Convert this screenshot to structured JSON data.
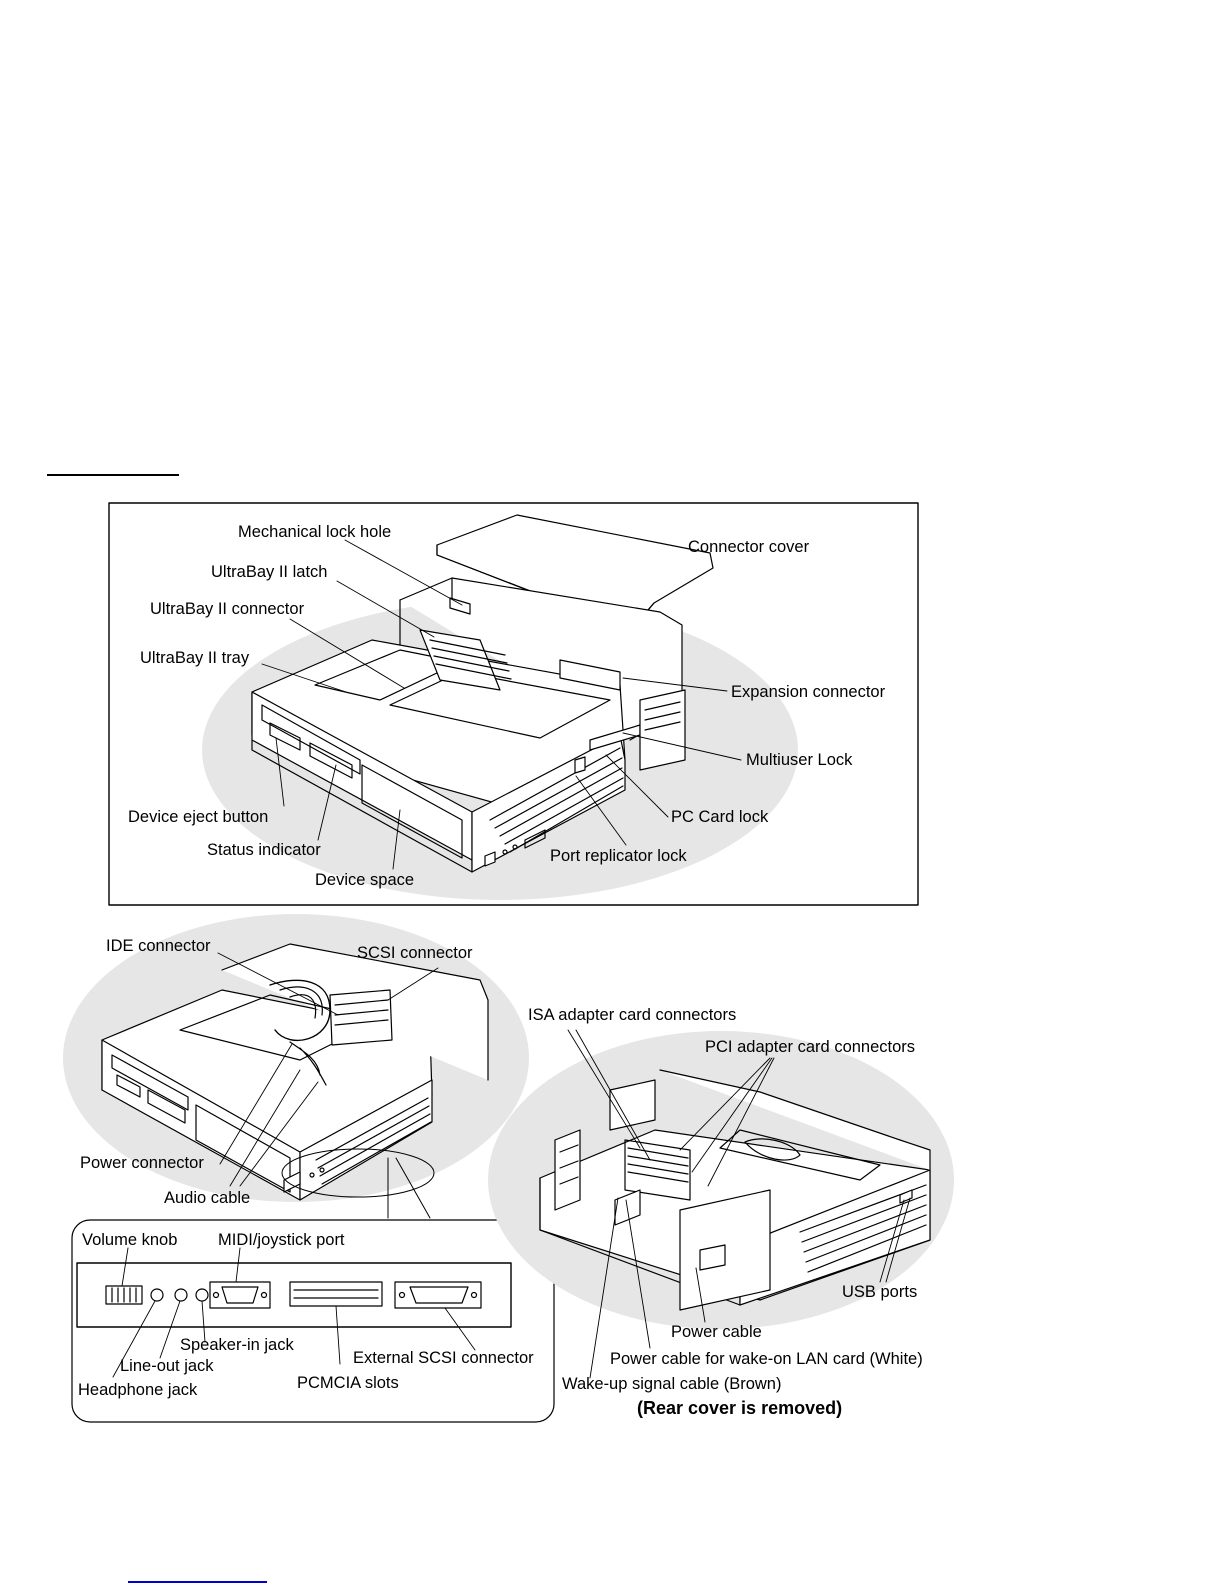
{
  "colors": {
    "shade": "#e6e6e6",
    "ink": "#000000",
    "link": "#0000cc"
  },
  "top_figure": {
    "labels": {
      "mechanical_lock_hole": "Mechanical lock hole",
      "ultrabay_latch": "UltraBay II latch",
      "ultrabay_connector": "UltraBay II connector",
      "ultrabay_tray": "UltraBay II tray",
      "connector_cover": "Connector cover",
      "expansion_connector": "Expansion connector",
      "multiuser_lock": "Multiuser Lock",
      "pc_card_lock": "PC Card lock",
      "port_replicator_lock": "Port replicator lock",
      "device_eject_button": "Device eject button",
      "status_indicator": "Status indicator",
      "device_space": "Device space"
    }
  },
  "left_figure": {
    "labels": {
      "ide_connector": "IDE connector",
      "scsi_connector": "SCSI connector",
      "power_connector": "Power connector",
      "audio_cable": "Audio cable"
    }
  },
  "inset": {
    "labels": {
      "volume_knob": "Volume knob",
      "midi_joystick_port": "MIDI/joystick port",
      "speaker_in_jack": "Speaker-in jack",
      "line_out_jack": "Line-out jack",
      "headphone_jack": "Headphone jack",
      "pcmcia_slots": "PCMCIA slots",
      "external_scsi_connector": "External SCSI connector"
    }
  },
  "right_figure": {
    "labels": {
      "isa_connectors": "ISA adapter card connectors",
      "pci_connectors": "PCI adapter card connectors",
      "usb_ports": "USB ports",
      "power_cable": "Power cable",
      "power_cable_wol": "Power cable for wake-on LAN card (White)",
      "wake_up_cable": "Wake-up signal cable (Brown)",
      "rear_cover_note": "(Rear cover is removed)"
    }
  }
}
